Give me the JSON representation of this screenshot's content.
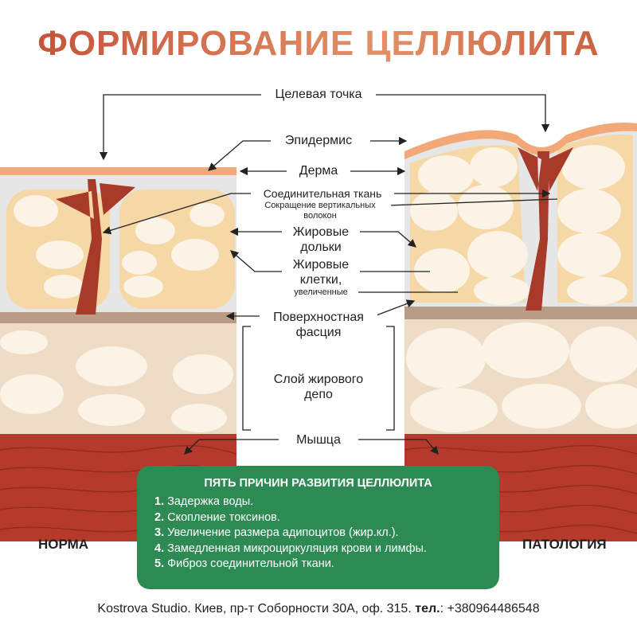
{
  "title": "ФОРМИРОВАНИЕ ЦЕЛЛЮЛИТА",
  "labels": {
    "target": "Целевая точка",
    "epidermis": "Эпидермис",
    "dermis": "Дерма",
    "connective": "Соединительная ткань",
    "connective_sub": "Сокращение вертикальных волокон",
    "lobules": "Жировые дольки",
    "cells": "Жировые клетки,",
    "cells_sub": "увеличенные",
    "fascia": "Поверхностная фасция",
    "depot": "Слой жирового депо",
    "muscle": "Мышца"
  },
  "side_labels": {
    "left": "НОРМА",
    "right": "ПАТОЛОГИЯ"
  },
  "causes": {
    "heading": "ПЯТЬ ПРИЧИН РАЗВИТИЯ ЦЕЛЛЮЛИТА",
    "items": [
      {
        "num": "1.",
        "text": "Задержка воды."
      },
      {
        "num": "2.",
        "text": "Скопление токсинов."
      },
      {
        "num": "3.",
        "text": "Увеличение размера адипоцитов (жир.кл.)."
      },
      {
        "num": "4.",
        "text": "Замедленная микроциркуляция крови и лимфы."
      },
      {
        "num": "5.",
        "text": "Фиброз соединительной ткани."
      }
    ]
  },
  "footer": {
    "studio": "Kostrova Studio. Киев, пр-т Соборности 30А, оф. 315.",
    "phone_label": "тел.",
    "phone": ": +380964486548"
  },
  "colors": {
    "epidermis": "#f3a878",
    "dermis": "#e6e6e6",
    "lobule": "#f6d7a6",
    "fascia": "#b99c85",
    "depot": "#efdcc6",
    "muscle": "#b53a2c",
    "fiber": "#a83a2a",
    "box": "#2d8a52"
  }
}
